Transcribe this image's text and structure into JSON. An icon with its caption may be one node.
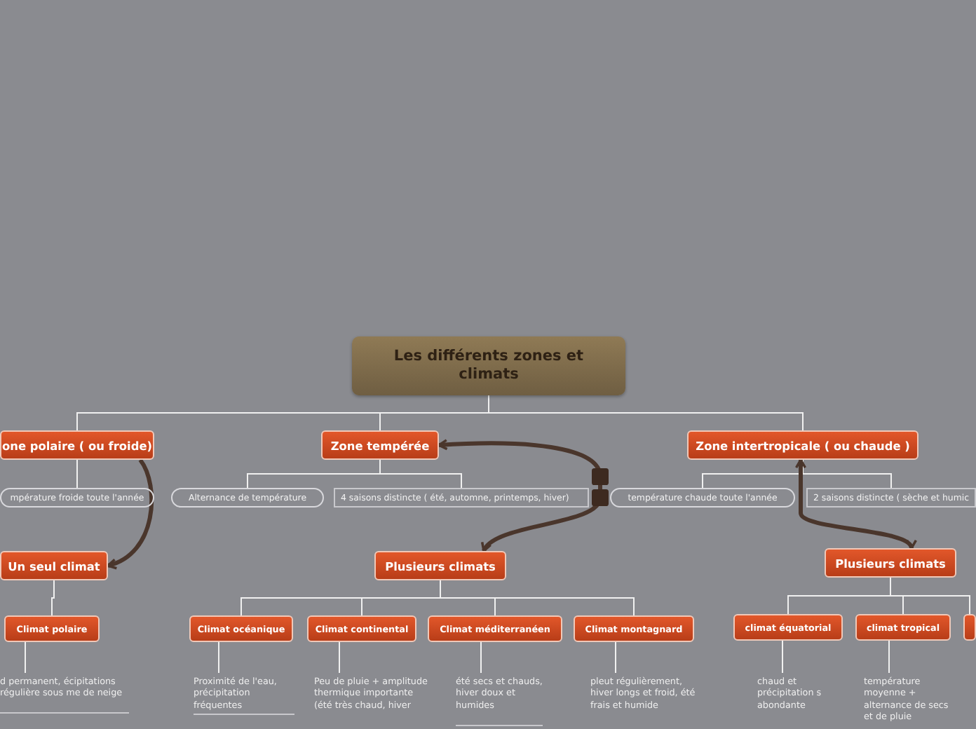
{
  "diagram": {
    "nodes": [
      {
        "text": [
          "Les différents zones et climats"
        ]
      },
      {
        "text": [
          "one polaire ( ou froide)"
        ]
      },
      {
        "text": [
          "Zone tempérée"
        ]
      },
      {
        "text": [
          "Zone intertropicale ( ou chaude )"
        ]
      },
      {
        "text": [
          "mpérature froide toute l'année"
        ]
      },
      {
        "text": [
          "Alternance de température"
        ]
      },
      {
        "text": [
          "4 saisons distincte ( été, automne, printemps, hiver)"
        ]
      },
      {
        "text": [
          "température chaude toute l'année"
        ]
      },
      {
        "text": [
          "2 saisons distincte ( sèche et humic"
        ]
      },
      {
        "text": [
          "Un seul climat"
        ]
      },
      {
        "text": [
          "Plusieurs climats"
        ]
      },
      {
        "text": [
          "Plusieurs climats"
        ]
      },
      {
        "text": [
          "Climat polaire"
        ]
      },
      {
        "text": [
          "Climat océanique"
        ]
      },
      {
        "text": [
          "Climat continental"
        ]
      },
      {
        "text": [
          "Climat méditerranéen"
        ]
      },
      {
        "text": [
          "Climat montagnard"
        ]
      },
      {
        "text": [
          "climat équatorial"
        ]
      },
      {
        "text": [
          "climat tropical"
        ]
      },
      {
        "text": [],
        "shape": "box"
      },
      {
        "text": [
          "d permanent, écipitations régulière sous me de neige"
        ]
      },
      {
        "text": [
          "Proximité de l'eau, précipitation fréquentes"
        ]
      },
      {
        "text": [
          "Peu de pluie + amplitude thermique importante (été très chaud, hiver"
        ]
      },
      {
        "text": [
          "été secs et chauds, hiver doux et humides"
        ]
      },
      {
        "text": [
          "pleut régulièrement, hiver longs et froid, été frais et humide"
        ]
      },
      {
        "text": [
          "chaud et précipitation s abondante"
        ]
      },
      {
        "text": [
          "température moyenne + alternance de secs et de pluie"
        ]
      }
    ],
    "edges": [
      {
        "from": 0,
        "to": 1,
        "arrow": "none"
      },
      {
        "from": 0,
        "to": 2,
        "arrow": "none"
      },
      {
        "from": 0,
        "to": 3,
        "arrow": "none"
      },
      {
        "from": 1,
        "to": 4,
        "arrow": "none"
      },
      {
        "from": 2,
        "to": 5,
        "arrow": "none"
      },
      {
        "from": 2,
        "to": 6,
        "arrow": "none"
      },
      {
        "from": 3,
        "to": 7,
        "arrow": "none"
      },
      {
        "from": 3,
        "to": 8,
        "arrow": "none"
      },
      {
        "from": 1,
        "to": 9,
        "arrow": "to",
        "style": "thick",
        "color": "#4a362c"
      },
      {
        "from": 2,
        "to": 10,
        "arrow": "both",
        "style": "thick",
        "color": "#4a362c"
      },
      {
        "from": 3,
        "to": 11,
        "arrow": "both",
        "style": "thick",
        "color": "#4a362c"
      },
      {
        "from": 9,
        "to": 12,
        "arrow": "none"
      },
      {
        "from": 10,
        "to": 13,
        "arrow": "none"
      },
      {
        "from": 10,
        "to": 14,
        "arrow": "none"
      },
      {
        "from": 10,
        "to": 15,
        "arrow": "none"
      },
      {
        "from": 10,
        "to": 16,
        "arrow": "none"
      },
      {
        "from": 11,
        "to": 17,
        "arrow": "none"
      },
      {
        "from": 11,
        "to": 18,
        "arrow": "none"
      },
      {
        "from": 11,
        "to": 19,
        "arrow": "none"
      },
      {
        "from": 12,
        "to": 20,
        "arrow": "none"
      },
      {
        "from": 13,
        "to": 21,
        "arrow": "none"
      },
      {
        "from": 14,
        "to": 22,
        "arrow": "none"
      },
      {
        "from": 15,
        "to": 23,
        "arrow": "none"
      },
      {
        "from": 16,
        "to": 24,
        "arrow": "none"
      },
      {
        "from": 17,
        "to": 25,
        "arrow": "none"
      },
      {
        "from": 18,
        "to": 26,
        "arrow": "none"
      }
    ]
  }
}
